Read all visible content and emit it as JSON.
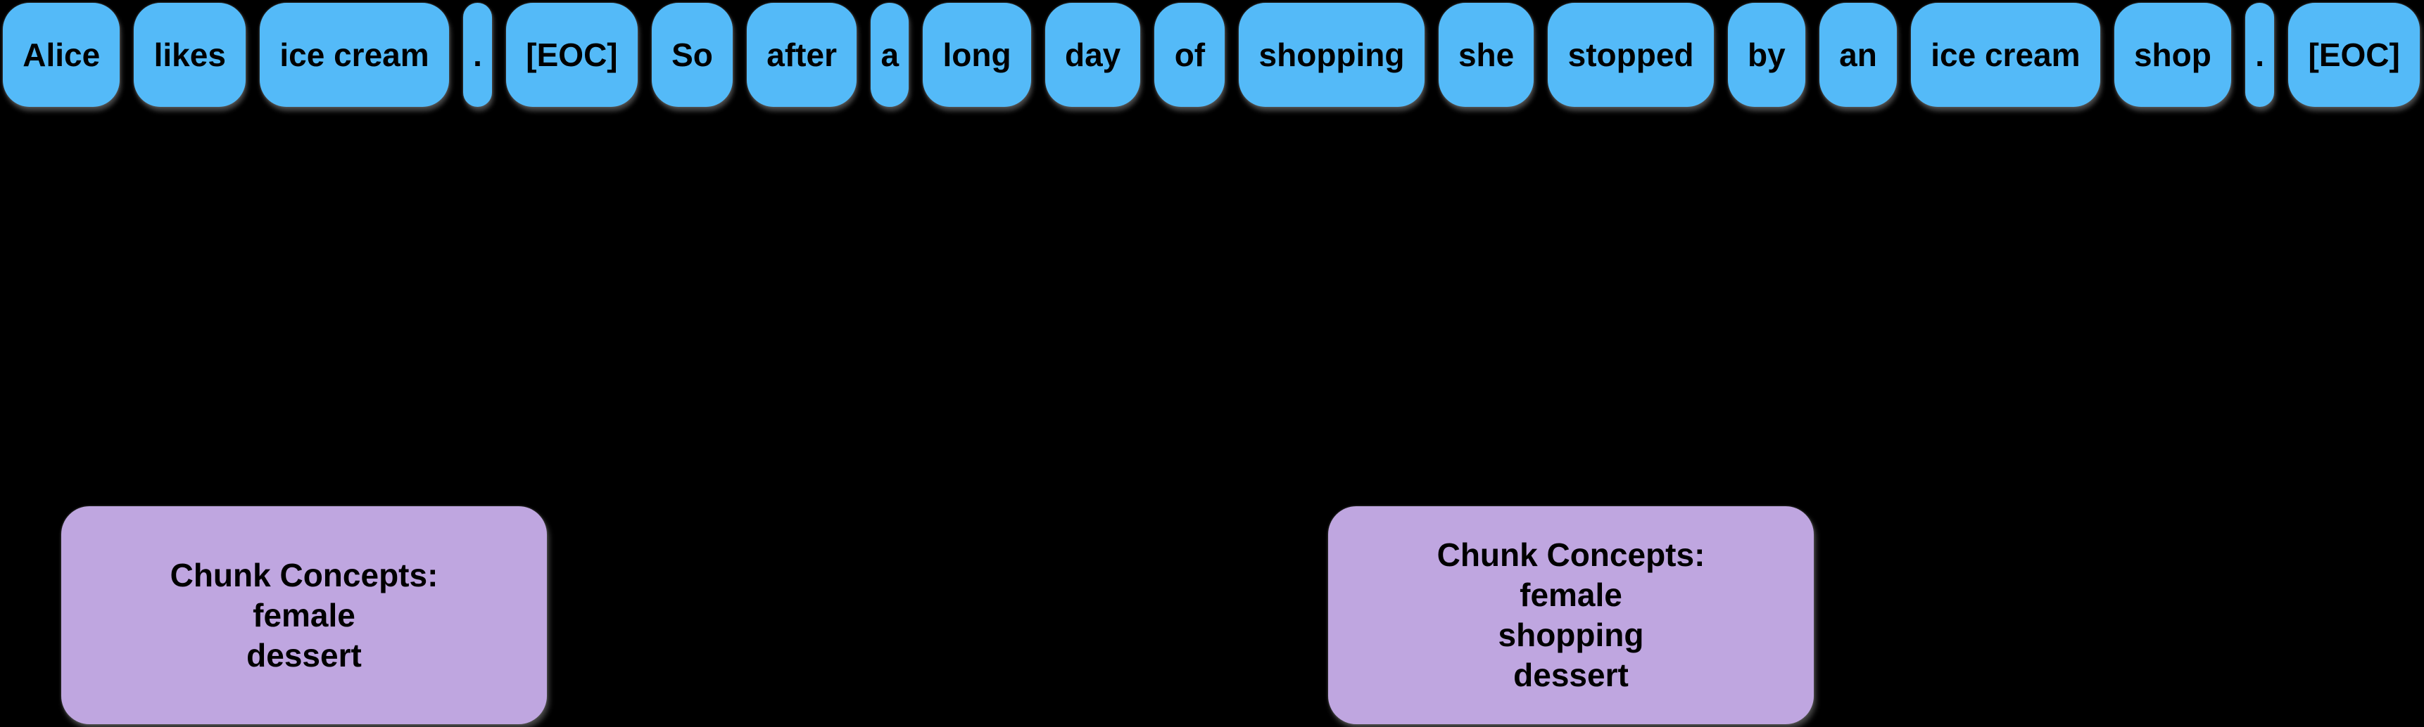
{
  "colors": {
    "background": "#000000",
    "token_fill": "#54baf8",
    "chunk_fill": "#bfa6e0",
    "text": "#000000",
    "shadow": "#8c8c8c"
  },
  "tokens": [
    "Alice",
    "likes",
    "ice cream",
    ".",
    "[EOC]",
    "So",
    "after",
    "a",
    "long",
    "day",
    "of",
    "shopping",
    "she",
    "stopped",
    "by",
    "an",
    "ice cream",
    "shop",
    ".",
    "[EOC]"
  ],
  "chunks": [
    {
      "title": "Chunk Concepts:",
      "concepts": [
        "female",
        "dessert"
      ]
    },
    {
      "title": "Chunk Concepts:",
      "concepts": [
        "female",
        "shopping",
        "dessert"
      ]
    }
  ]
}
